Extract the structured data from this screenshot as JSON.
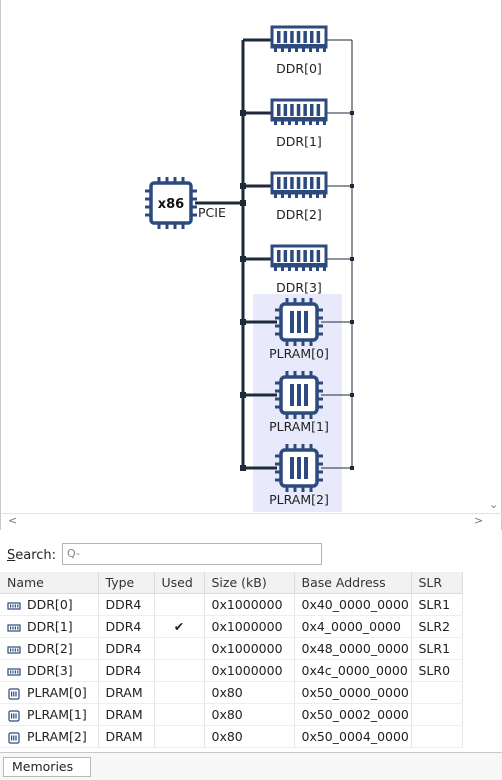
{
  "diagram": {
    "host": {
      "label": "x86",
      "link_label": "PCIE"
    },
    "memories": [
      {
        "label": "DDR[0]",
        "kind": "ddr"
      },
      {
        "label": "DDR[1]",
        "kind": "ddr"
      },
      {
        "label": "DDR[2]",
        "kind": "ddr"
      },
      {
        "label": "DDR[3]",
        "kind": "ddr"
      },
      {
        "label": "PLRAM[0]",
        "kind": "plram"
      },
      {
        "label": "PLRAM[1]",
        "kind": "plram"
      },
      {
        "label": "PLRAM[2]",
        "kind": "plram"
      }
    ],
    "colors": {
      "icon": "#2c4a7d",
      "line": "#1e2a3a",
      "highlight": "#e8e9fb"
    }
  },
  "search": {
    "label_prefix": "S",
    "label_rest": "earch:",
    "value": "",
    "placeholder": ""
  },
  "table": {
    "columns": [
      "Name",
      "Type",
      "Used",
      "Size (kB)",
      "Base Address",
      "SLR"
    ],
    "rows": [
      {
        "kind": "ddr",
        "name": "DDR[0]",
        "type": "DDR4",
        "used": "",
        "size": "0x1000000",
        "base": "0x40_0000_0000",
        "slr": "SLR1"
      },
      {
        "kind": "ddr",
        "name": "DDR[1]",
        "type": "DDR4",
        "used": "✔",
        "size": "0x1000000",
        "base": "0x4_0000_0000",
        "slr": "SLR2"
      },
      {
        "kind": "ddr",
        "name": "DDR[2]",
        "type": "DDR4",
        "used": "",
        "size": "0x1000000",
        "base": "0x48_0000_0000",
        "slr": "SLR1"
      },
      {
        "kind": "ddr",
        "name": "DDR[3]",
        "type": "DDR4",
        "used": "",
        "size": "0x1000000",
        "base": "0x4c_0000_0000",
        "slr": "SLR0"
      },
      {
        "kind": "plram",
        "name": "PLRAM[0]",
        "type": "DRAM",
        "used": "",
        "size": "0x80",
        "base": "0x50_0000_0000",
        "slr": ""
      },
      {
        "kind": "plram",
        "name": "PLRAM[1]",
        "type": "DRAM",
        "used": "",
        "size": "0x80",
        "base": "0x50_0002_0000",
        "slr": ""
      },
      {
        "kind": "plram",
        "name": "PLRAM[2]",
        "type": "DRAM",
        "used": "",
        "size": "0x80",
        "base": "0x50_0004_0000",
        "slr": ""
      }
    ]
  },
  "tabs": [
    {
      "label": "Memories"
    }
  ],
  "scroll": {
    "left": "<",
    "right": ">",
    "down": "⌄"
  }
}
